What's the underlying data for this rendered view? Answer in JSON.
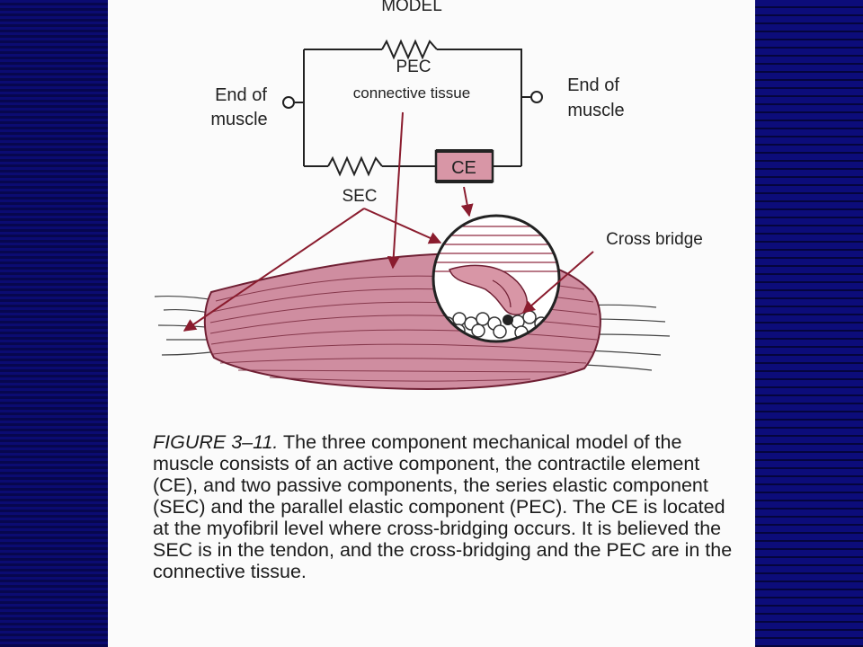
{
  "model": {
    "title": "MODEL",
    "left_end": [
      "End of",
      "muscle"
    ],
    "right_end": [
      "End of",
      "muscle"
    ],
    "pec_label": "PEC",
    "pec_sublabel": "connective tissue",
    "sec_label": "SEC",
    "ce_label": "CE",
    "cross_bridge_label": "Cross bridge"
  },
  "colors": {
    "muscle": "#cf8da0",
    "muscle_dark": "#8f2b42",
    "arrow": "#8a1c2e",
    "ce_fill": "#d896a6"
  },
  "caption": {
    "figure_label": "FIGURE 3–11.",
    "text": "The three component mechanical model of the muscle consists of an active component, the contractile element (CE), and two passive components, the series elastic component (SEC) and the parallel elastic component (PEC). The CE is located at the myofibril level where cross-bridging occurs. It is believed the SEC is in the tendon, and the cross-bridging and the PEC are in the connective tissue."
  }
}
